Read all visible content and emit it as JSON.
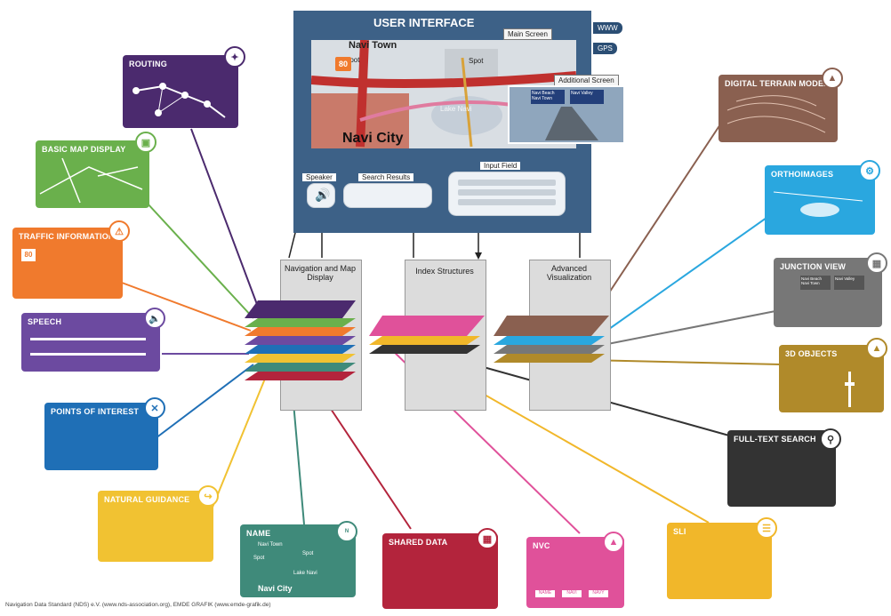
{
  "ui": {
    "title": "USER INTERFACE",
    "tags": [
      "WWW",
      "GPS"
    ],
    "main_screen": "Main Screen",
    "additional_screen": "Additional Screen",
    "map": {
      "navi_town": "Navi Town",
      "navi_city": "Navi City",
      "spot1": "Spot",
      "spot2": "Spot",
      "lake": "Lake Navi",
      "speed": "80",
      "sign_left": "Navi Beach\nNavi Town",
      "sign_right": "Navi Valley"
    },
    "speaker": "Speaker",
    "search_results": "Search Results",
    "input_field": "Input Field"
  },
  "panels": {
    "nav": "Navigation and Map Display",
    "index": "Index Structures",
    "adv": "Advanced Visualization"
  },
  "cards": {
    "routing": "ROUTING",
    "basic_map": "BASIC MAP DISPLAY",
    "traffic": "TRAFFIC INFORMATION",
    "traffic_speed": "80",
    "speech": "SPEECH",
    "poi": "POINTS OF INTEREST",
    "natural_guidance": "NATURAL GUIDANCE",
    "name": "NAME",
    "name_city": "Navi City",
    "name_town": "Navi Town",
    "name_spot1": "Spot",
    "name_spot2": "Spot",
    "name_lake": "Lake Navi",
    "shared_data": "SHARED DATA",
    "nvc": "NVC",
    "nvc_buttons": [
      "NAME",
      "NAVI",
      "NAVY"
    ],
    "sli": "SLI",
    "fulltext": "FULL-TEXT SEARCH",
    "objects3d": "3D OBJECTS",
    "junction": "JUNCTION VIEW",
    "junction_sign_left": "Navi Beach\nNavi Town",
    "junction_sign_right": "Navi Valley",
    "orthoimages": "ORTHOIMAGES",
    "dtm": "DIGITAL TERRAIN MODEL"
  },
  "footer": "Navigation Data Standard (NDS) e.V. (www.nds-association.org), EMDE GRAFIK (www.emde-grafik.de)",
  "colors": {
    "routing": "#4b2a6e",
    "basic_map": "#6ab04c",
    "traffic": "#f07a2d",
    "speech": "#6c4aa0",
    "poi": "#1f6fb6",
    "natural_guidance": "#f1c232",
    "name": "#3f8a7a",
    "shared_data": "#b3243c",
    "nvc": "#e0519a",
    "sli": "#f1b72a",
    "fulltext": "#333333",
    "objects3d": "#b08a2a",
    "junction": "#777777",
    "orthoimages": "#2aa7df",
    "dtm": "#8a6050",
    "ui_bg": "#3d6187"
  }
}
